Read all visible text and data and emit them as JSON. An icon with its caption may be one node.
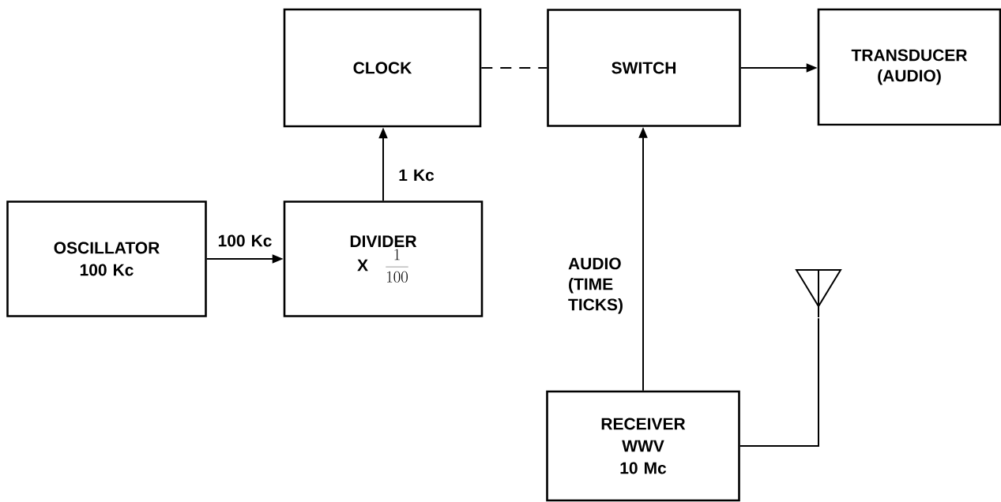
{
  "diagram": {
    "nodes": [
      {
        "text": [
          "CLOCK"
        ]
      },
      {
        "text": [
          "SWITCH"
        ]
      },
      {
        "text": [
          "TRANSDUCER (AUDIO)"
        ]
      },
      {
        "text": [
          "OSCILLATOR",
          "100 Kc"
        ]
      },
      {
        "text": [
          "DIVIDER",
          "X",
          "\\frac{1}{100}"
        ]
      },
      {
        "text": [
          "RECEIVER",
          "WWV",
          "10 Mc"
        ]
      },
      {
        "text": [],
        "shape": "antenna"
      }
    ],
    "edges": [
      {
        "from": 0,
        "to": 1,
        "arrow": "none",
        "style": "dashed"
      },
      {
        "from": 1,
        "to": 2,
        "arrow": "to"
      },
      {
        "from": 3,
        "to": 4,
        "arrow": "to",
        "label": "100 Kc"
      },
      {
        "from": 4,
        "to": 0,
        "arrow": "to",
        "label": "1 Kc"
      },
      {
        "from": 5,
        "to": 1,
        "arrow": "to",
        "label": "AUDIO (TIME TICKS)"
      },
      {
        "from": 5,
        "to": 6,
        "arrow": "none"
      }
    ]
  }
}
